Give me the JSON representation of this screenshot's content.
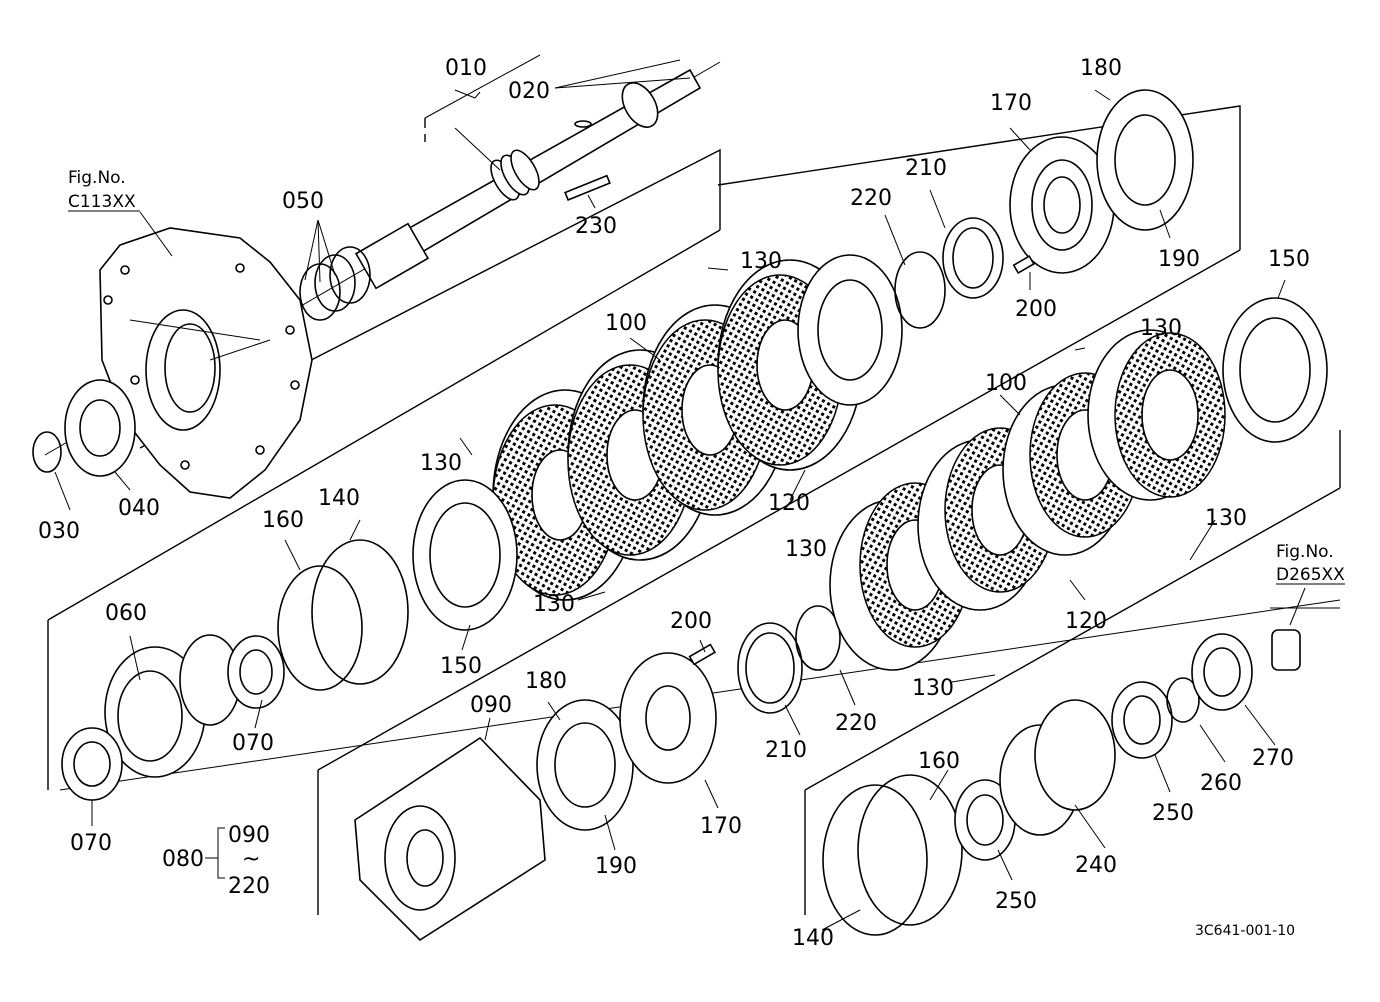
{
  "figure_refs": {
    "left": {
      "label": "Fig.No.",
      "code": "C113XX"
    },
    "right": {
      "label": "Fig.No.",
      "code": "D265XX"
    }
  },
  "callouts": {
    "p010": "010",
    "p020": "020",
    "p030": "030",
    "p040": "040",
    "p050": "050",
    "p060": "060",
    "p070a": "070",
    "p070b": "070",
    "p080": "080",
    "p080_from": "090",
    "p080_tilde": "~",
    "p080_to": "220",
    "p090": "090",
    "p100a": "100",
    "p100b": "100",
    "p120a": "120",
    "p120b": "120",
    "p130a": "130",
    "p130b": "130",
    "p130c": "130",
    "p130d": "130",
    "p130e": "130",
    "p130f": "130",
    "p130g": "130",
    "p140a": "140",
    "p140b": "140",
    "p150a": "150",
    "p150b": "150",
    "p160a": "160",
    "p160b": "160",
    "p170a": "170",
    "p170b": "170",
    "p180a": "180",
    "p180b": "180",
    "p190a": "190",
    "p190b": "190",
    "p200a": "200",
    "p200b": "200",
    "p210a": "210",
    "p210b": "210",
    "p220a": "220",
    "p220b": "220",
    "p230": "230",
    "p240": "240",
    "p250a": "250",
    "p250b": "250",
    "p260": "260",
    "p270": "270"
  },
  "drawing_code": "3C641-001-10"
}
